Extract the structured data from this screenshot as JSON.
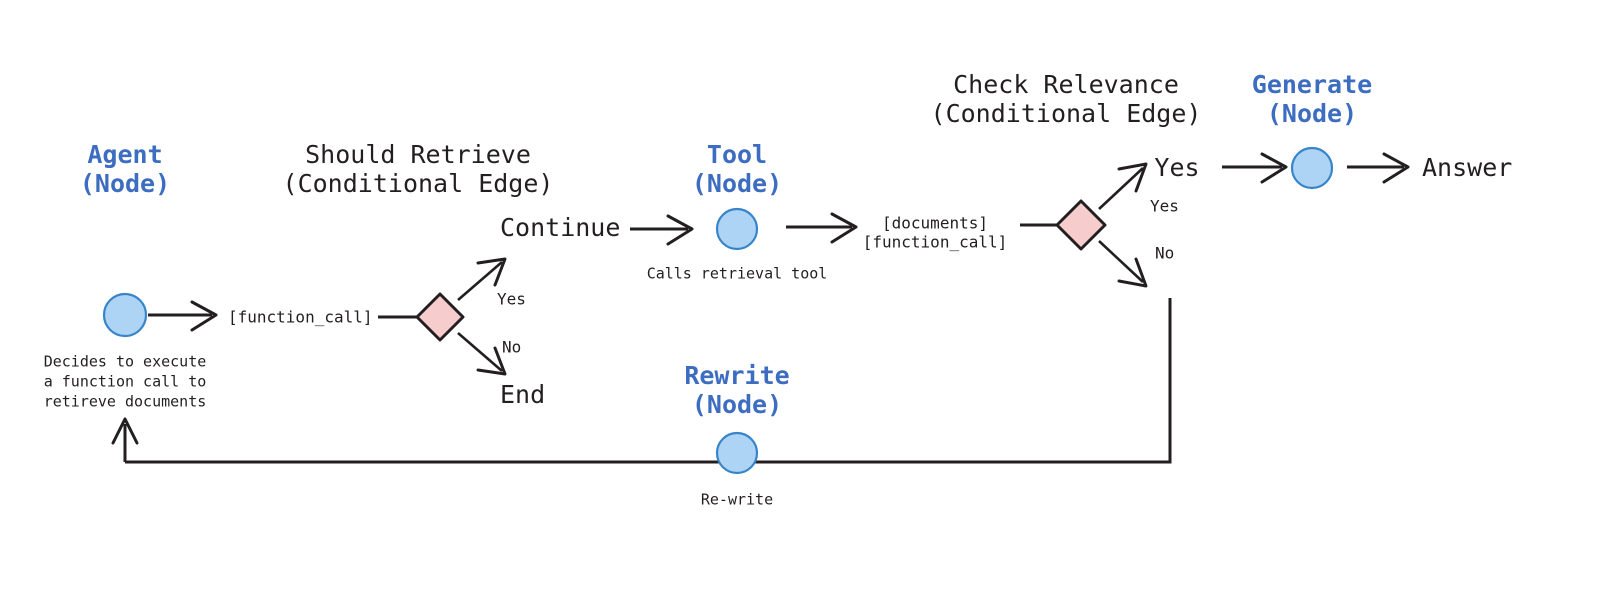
{
  "diagram": {
    "title_text_color": "#231f20",
    "node_label_color": "#3d6dc0",
    "node_fill": "#aed4f5",
    "node_stroke": "#3884c9",
    "decision_fill": "#f6cdcc",
    "decision_stroke": "#231f20",
    "background": "#ffffff"
  },
  "labels": {
    "agent_title": "Agent",
    "agent_title_sub": "(Node)",
    "agent_caption_line1": "Decides to execute",
    "agent_caption_line2": "a function call to",
    "agent_caption_line3": "retireve documents",
    "should_retrieve_title": "Should Retrieve",
    "should_retrieve_sub": "(Conditional Edge)",
    "agent_out_token": "[function_call]",
    "should_retrieve_yes": "Yes",
    "should_retrieve_no": "No",
    "continue_label": "Continue",
    "end_label": "End",
    "tool_title": "Tool",
    "tool_title_sub": "(Node)",
    "tool_caption": "Calls retrieval tool",
    "tool_out_token_line1": "[documents]",
    "tool_out_token_line2": "[function_call]",
    "check_relevance_title": "Check Relevance",
    "check_relevance_sub": "(Conditional Edge)",
    "check_relevance_yes_branch": "Yes",
    "check_relevance_no_branch": "No",
    "yes_big_label": "Yes",
    "generate_title": "Generate",
    "generate_title_sub": "(Node)",
    "answer_label": "Answer",
    "rewrite_title": "Rewrite",
    "rewrite_title_sub": "(Node)",
    "rewrite_caption": "Re-write"
  },
  "graph_structure": {
    "nodes": [
      {
        "id": "agent",
        "label": "Agent",
        "kind": "Node",
        "shape": "circle"
      },
      {
        "id": "tool",
        "label": "Tool",
        "kind": "Node",
        "shape": "circle"
      },
      {
        "id": "generate",
        "label": "Generate",
        "kind": "Node",
        "shape": "circle"
      },
      {
        "id": "rewrite",
        "label": "Rewrite",
        "kind": "Node",
        "shape": "circle"
      },
      {
        "id": "should_retrieve",
        "label": "Should Retrieve",
        "kind": "Conditional Edge",
        "shape": "diamond"
      },
      {
        "id": "check_relevance",
        "label": "Check Relevance",
        "kind": "Conditional Edge",
        "shape": "diamond"
      }
    ],
    "edges": [
      {
        "from": "agent",
        "to": "should_retrieve",
        "label": "[function_call]"
      },
      {
        "from": "should_retrieve",
        "to": "tool",
        "label": "Yes / Continue"
      },
      {
        "from": "should_retrieve",
        "to": "end",
        "label": "No / End"
      },
      {
        "from": "tool",
        "to": "check_relevance",
        "label": "[documents] [function_call]"
      },
      {
        "from": "check_relevance",
        "to": "generate",
        "label": "Yes"
      },
      {
        "from": "check_relevance",
        "to": "rewrite",
        "label": "No"
      },
      {
        "from": "generate",
        "to": "answer",
        "label": "Answer"
      },
      {
        "from": "rewrite",
        "to": "agent",
        "label": "loop back"
      }
    ]
  }
}
